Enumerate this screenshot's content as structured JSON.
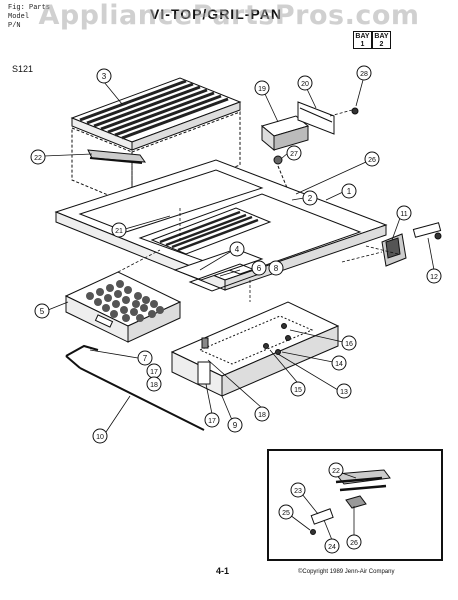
{
  "watermark": "AppliancePartsPros.com",
  "header": {
    "line1": "Fig: Parts",
    "line2": "Model",
    "line3": "P/N"
  },
  "title": "VI-TOP/GRIL-PAN",
  "bays": [
    {
      "label": "BAY",
      "num": "1"
    },
    {
      "label": "BAY",
      "num": "2"
    }
  ],
  "model_code": "S121",
  "callouts": [
    "1",
    "2",
    "3",
    "4",
    "5",
    "6",
    "7",
    "8",
    "9",
    "10",
    "11",
    "12",
    "13",
    "14",
    "15",
    "16",
    "17",
    "18",
    "19",
    "20",
    "21",
    "22",
    "23",
    "24",
    "25",
    "26",
    "27",
    "28"
  ],
  "extra_callouts": [
    "17",
    "6"
  ],
  "page_number": "4-1",
  "copyright": "©Copyright 1989 Jenn-Air Company"
}
